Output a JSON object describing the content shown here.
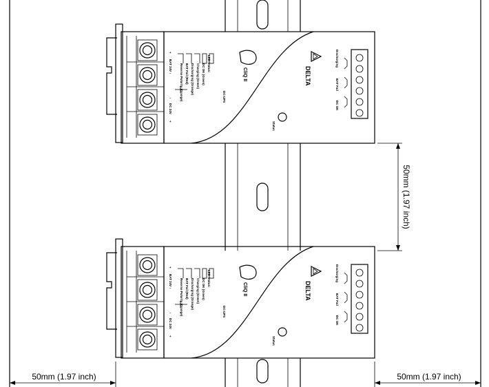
{
  "dimensions": {
    "vertical_spacing": "50mm (1.97 inch)",
    "left_clearance": "50mm (1.97 inch)",
    "right_clearance": "50mm (1.97 inch)"
  },
  "module": {
    "model": "DC-UPS",
    "brand": "DELTA",
    "series_logo": "CliQ II",
    "led_title": "LED Status:",
    "led_items": [
      "DC OK (Green)",
      "Charging (Green)",
      "Discharging (Orange)",
      "BAT Fail (Red)",
      "Reverse Polarity (Orange)"
    ],
    "bat_terminal": "BAT 24V",
    "dc_terminal": "DC 24V",
    "relay_labels": [
      "Discharging",
      "BAT Fail",
      "DC OK"
    ],
    "status_label": "Status",
    "plus": "+",
    "minus": "–"
  }
}
